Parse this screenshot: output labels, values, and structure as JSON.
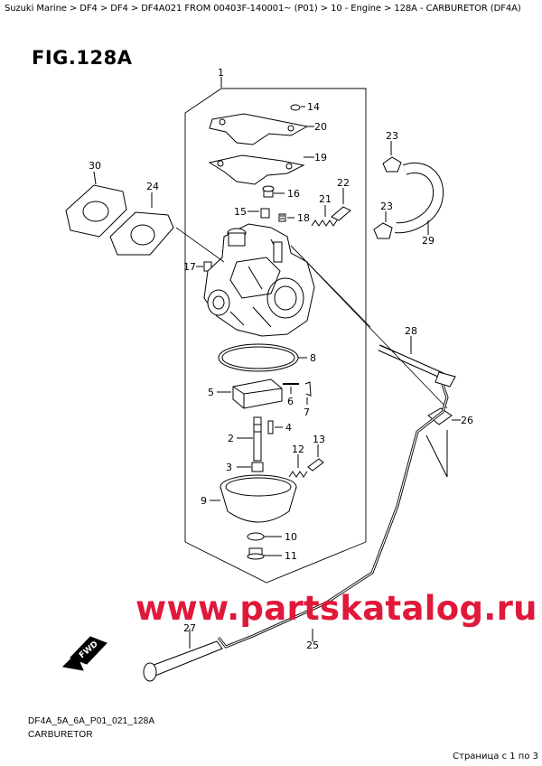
{
  "breadcrumb": "Suzuki Marine > DF4 > DF4 > DF4A021 FROM 00403F-140001~ (P01) > 10 - Engine > 128A - CARBURETOR (DF4A)",
  "figure_title": "FIG.128A",
  "callouts": [
    "1",
    "2",
    "3",
    "4",
    "5",
    "6",
    "7",
    "8",
    "9",
    "10",
    "11",
    "12",
    "13",
    "14",
    "15",
    "16",
    "17",
    "18",
    "19",
    "20",
    "21",
    "22",
    "23",
    "23",
    "24",
    "25",
    "26",
    "27",
    "28",
    "29",
    "30"
  ],
  "watermark": "www.partskatalog.ru",
  "fwd_label": "FWD",
  "footer_code": "DF4A_5A_6A_P01_021_128A",
  "footer_name": "CARBURETOR",
  "page_indicator": "Страница с 1 по 3"
}
